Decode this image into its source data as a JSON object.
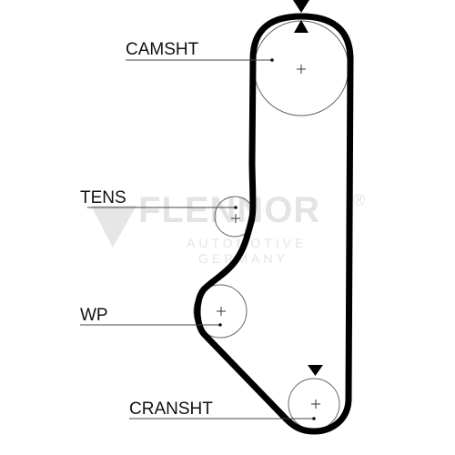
{
  "pulleys": [
    {
      "id": "camshaft",
      "label": "CAMSHT"
    },
    {
      "id": "tensioner",
      "label": "TENS"
    },
    {
      "id": "water-pump",
      "label": "WP"
    },
    {
      "id": "crankshaft",
      "label": "CRANSHT"
    }
  ],
  "watermark": {
    "brand": "FLENNOR",
    "line1": "AUTOMOTIVE",
    "line2": "GERMANY",
    "registered": "®"
  },
  "colors": {
    "belt": "#000000",
    "pulley_outline": "#666666",
    "leader_line": "#444444",
    "watermark": "#e4e4e4"
  }
}
